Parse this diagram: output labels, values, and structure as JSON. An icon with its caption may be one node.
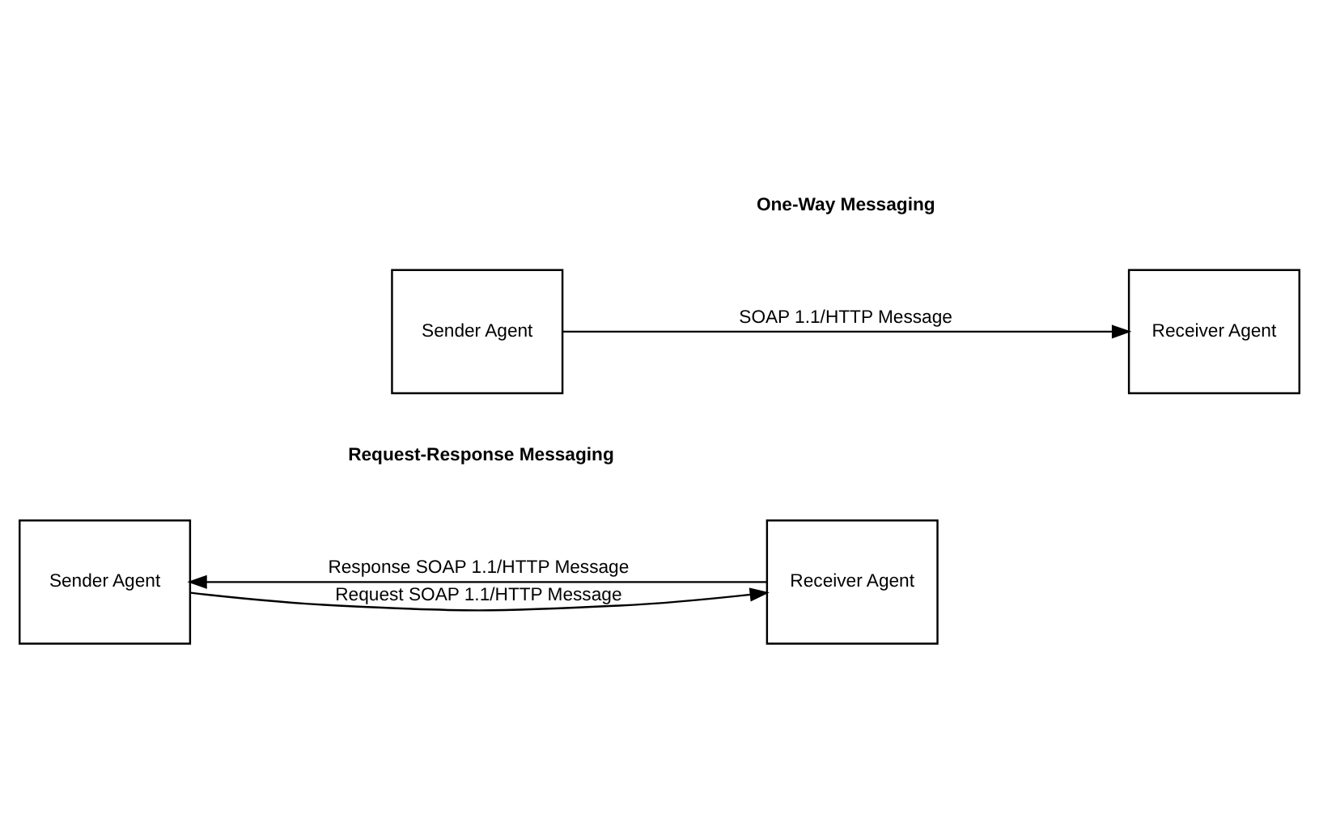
{
  "diagram": {
    "nodes": [
      {
        "text": [
          "Sender Agent"
        ]
      },
      {
        "text": [
          "Receiver Agent"
        ]
      },
      {
        "text": [
          "Sender Agent"
        ]
      },
      {
        "text": [
          "Receiver Agent"
        ]
      }
    ],
    "edges": [
      {
        "from": 0,
        "to": 1,
        "arrow": "to",
        "label": "SOAP 1.1/HTTP Message"
      },
      {
        "from": 2,
        "to": 3,
        "arrow": "to",
        "label": "Request SOAP 1.1/HTTP Message"
      },
      {
        "from": 3,
        "to": 2,
        "arrow": "to",
        "label": "Response SOAP 1.1/HTTP Message"
      }
    ],
    "labels": [
      "One-Way Messaging",
      "Request-Response Messaging"
    ]
  }
}
